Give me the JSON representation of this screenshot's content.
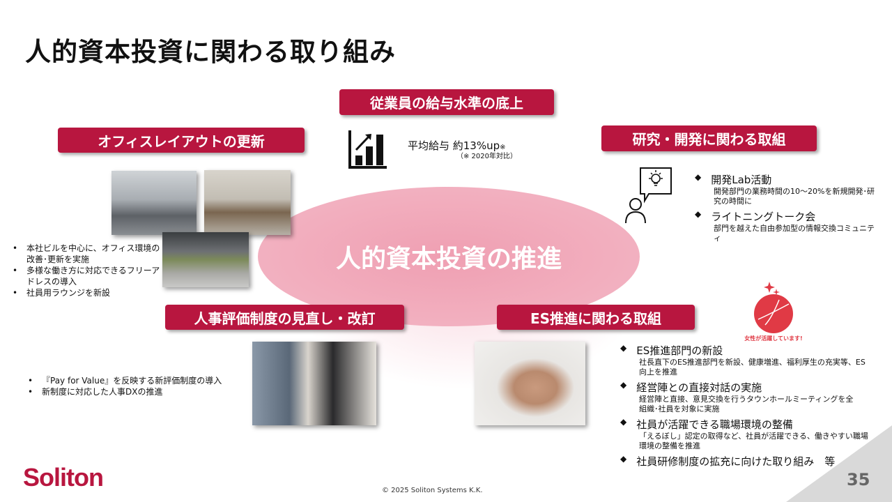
{
  "title": "人的資本投資に関わる取り組み",
  "center": "人的資本投資の推進",
  "salary": {
    "banner": "従業員の給与水準の底上",
    "text": "平均給与 約13%up",
    "mark": "※",
    "note": "（※ 2020年対比）"
  },
  "office": {
    "banner": "オフィスレイアウトの更新",
    "bullets": [
      "本社ビルを中心に、オフィス環境の改善･更新を実施",
      "多様な働き方に対応できるフリーアドレスの導入",
      "社員用ラウンジを新設"
    ]
  },
  "rnd": {
    "banner": "研究・開発に関わる取組",
    "items": [
      {
        "head": "開発Lab活動",
        "sub": "開発部門の業務時間の10～20%を新規開発･研究の時間に"
      },
      {
        "head": "ライトニングトーク会",
        "sub": "部門を越えた自由参加型の情報交換コミュニティ"
      }
    ]
  },
  "hr": {
    "banner": "人事評価制度の見直し・改訂",
    "bullets": [
      "『Pay for Value』を反映する新評価制度の導入",
      "新制度に対応した人事DXの推進"
    ]
  },
  "es": {
    "banner": "ES推進に関わる取組",
    "items": [
      {
        "head": "ES推進部門の新設",
        "sub": "社長直下のES推進部門を新設、健康増進、福利厚生の充実等、ES向上を推進"
      },
      {
        "head": "経営陣との直接対話の実施",
        "sub": "経営陣と直接、意見交換を行うタウンホールミーティングを全組織･社員を対象に実施"
      },
      {
        "head": "社員が活躍できる職場環境の整備",
        "sub": "「えるぼし」認定の取得など、社員が活躍できる、働きやすい職場環境の整備を推進"
      },
      {
        "head": "社員研修制度の拡充に向けた取り組み　等",
        "sub": ""
      }
    ]
  },
  "eruboshi_logo": "女性が活躍しています！",
  "logo": "Soliton",
  "copyright": "© 2025 Soliton Systems K.K.",
  "page_number": "35",
  "colors": {
    "accent": "#b8163f",
    "ellipse": "#f2aebe"
  }
}
